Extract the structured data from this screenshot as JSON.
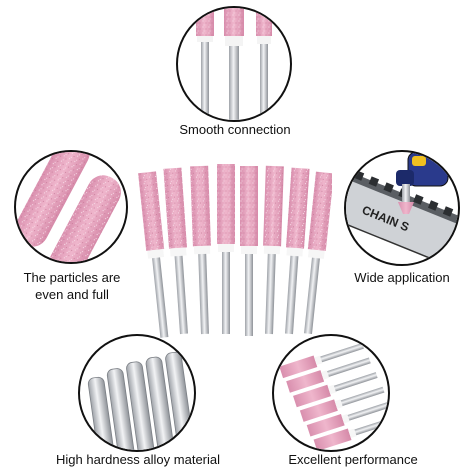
{
  "captions": {
    "top": "Smooth connection",
    "left_line1": "The particles are",
    "left_line2": "even and full",
    "right": "Wide application",
    "bottom_left": "High hardness alloy material",
    "bottom_right": "Excellent performance"
  },
  "chain_text": "CHAIN S",
  "colors": {
    "stone_pink": "#e8a7c0",
    "stone_pink_dark": "#d88aa8",
    "shaft_silver": "#c9ccd1",
    "shaft_highlight": "#f2f3f5",
    "collar_white": "#f7f7f7",
    "outline": "#111111"
  }
}
